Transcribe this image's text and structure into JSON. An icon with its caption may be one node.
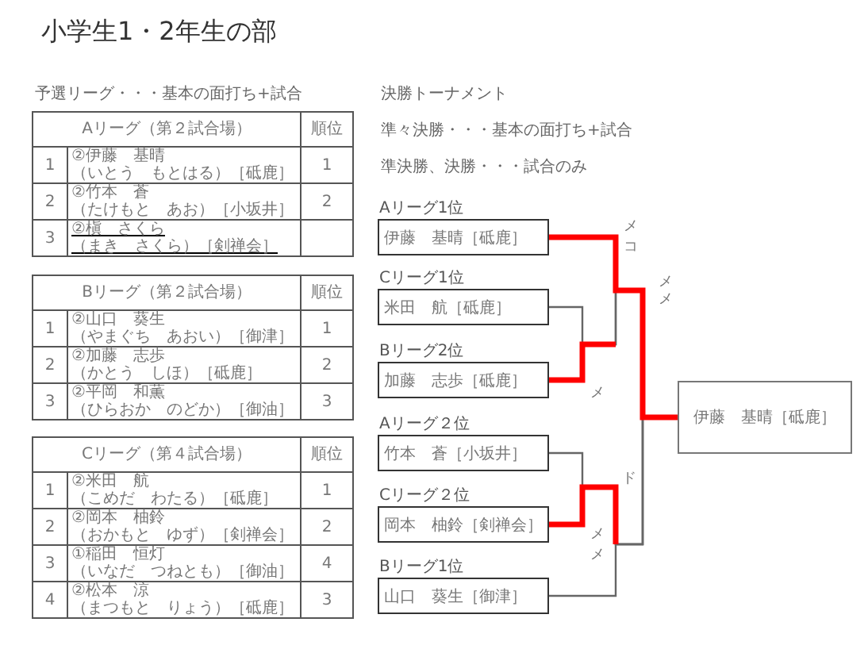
{
  "diagram": {
    "title": "小学生1・2年生の部",
    "nodes": [
      {
        "text": [
          "伊藤　基晴［砥鹿］"
        ],
        "beside": [
          "Aリーグ1位"
        ]
      },
      {
        "text": [
          "米田　航［砥鹿］"
        ],
        "beside": [
          "Cリーグ1位"
        ]
      },
      {
        "text": [
          "加藤　志歩［砥鹿］"
        ],
        "beside": [
          "Bリーグ2位"
        ]
      },
      {
        "text": [
          "竹本　蒼［小坂井］"
        ],
        "beside": [
          "Aリーグ２位"
        ]
      },
      {
        "text": [
          "岡本　柚鈴［剣禅会］"
        ],
        "beside": [
          "Cリーグ２位"
        ]
      },
      {
        "text": [
          "山口　葵生［御津］"
        ],
        "beside": [
          "Bリーグ1位"
        ]
      },
      {
        "text": [
          "伊藤　基晴［砥鹿］"
        ]
      }
    ],
    "edges": [
      {
        "from": 0,
        "to": 6,
        "arrow": "none",
        "style": "thick",
        "color": "#ff0000"
      },
      {
        "from": 1,
        "to": 6,
        "arrow": "none"
      },
      {
        "from": 2,
        "to": 6,
        "arrow": "none"
      },
      {
        "from": 3,
        "to": 6,
        "arrow": "none"
      },
      {
        "from": 4,
        "to": 6,
        "arrow": "none"
      },
      {
        "from": 5,
        "to": 6,
        "arrow": "none"
      }
    ],
    "labels": [
      "予選リーグ・・・基本の面打ち+試合",
      "決勝トーナメント",
      "準々決勝・・・基本の面打ち+試合",
      "準決勝、決勝・・・試合のみ",
      "Aリーグ（第２試合場）",
      "順位",
      "1",
      "②伊藤　基晴",
      "（いとう　もとはる）［砥鹿］",
      "1",
      "2",
      "②竹本　蒼",
      "（たけもと　あお）［小坂井］",
      "2",
      "3",
      "②槇　さくら",
      "（まき　さくら）［剣禅会］",
      "Bリーグ（第２試合場）",
      "順位",
      "1",
      "②山口　葵生",
      "（やまぐち　あおい）［御津］",
      "1",
      "2",
      "②加藤　志歩",
      "（かとう　しほ）［砥鹿］",
      "2",
      "3",
      "②平岡　和薫",
      "（ひらおか　のどか）［御油］",
      "3",
      "Cリーグ（第４試合場）",
      "順位",
      "1",
      "②米田　航",
      "（こめだ　わたる）［砥鹿］",
      "1",
      "2",
      "②岡本　柚鈴",
      "（おかもと　ゆず）［剣禅会］",
      "2",
      "3",
      "①稲田　恒灯",
      "（いなだ　つねとも）［御油］",
      "4",
      "4",
      "②松本　涼",
      "（まつもと　りょう）［砥鹿］",
      "3",
      "メ",
      "コ",
      "メ",
      "メ",
      "メ",
      "ド",
      "メ",
      "メ"
    ]
  }
}
